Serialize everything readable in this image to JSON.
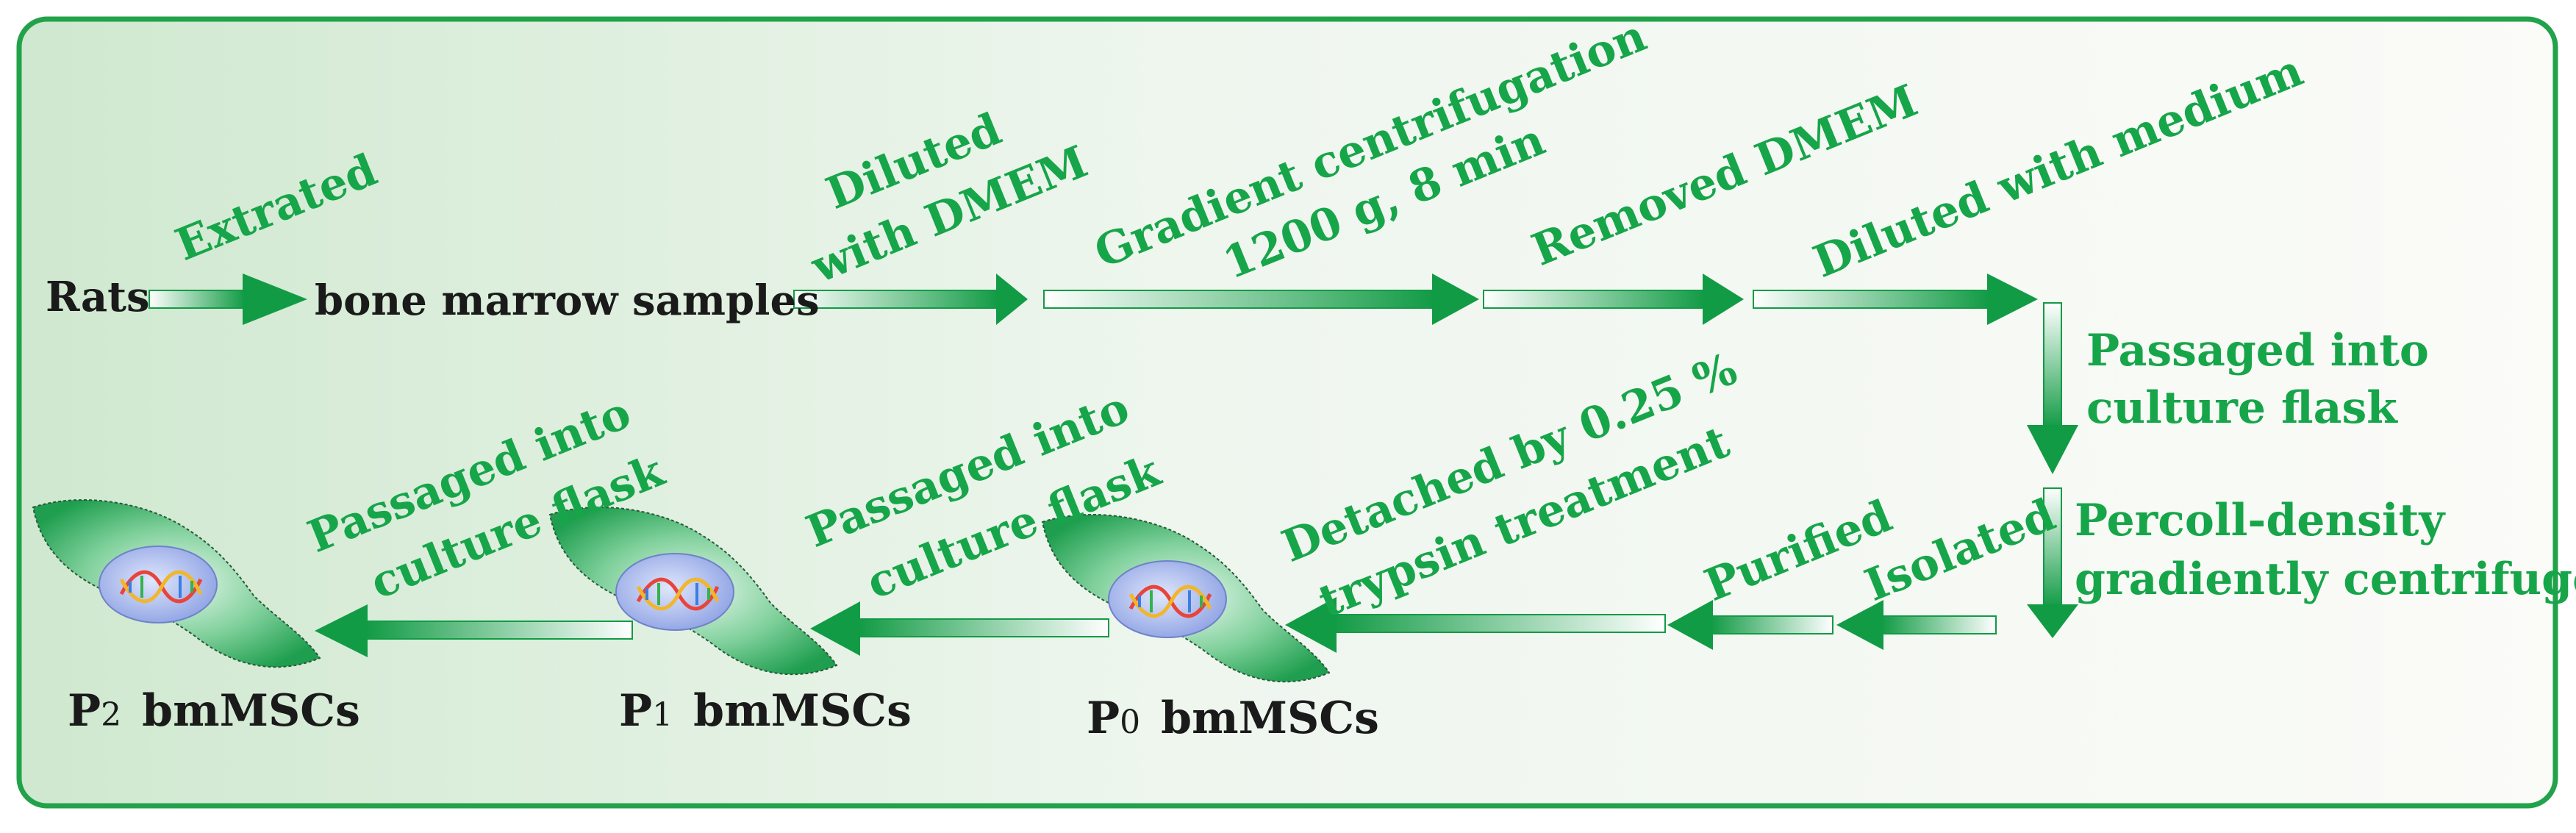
{
  "colors": {
    "accent_green": "#17a54a",
    "arrow_dark": "#129b45",
    "frame_green": "#22a24a",
    "text_dark": "#1a1a1a",
    "cell_fill": "#4fc07a",
    "nucleus_fill": "#a9b9ee"
  },
  "diagram": {
    "nodes": {
      "rats": "Rats",
      "bone_marrow": "bone marrow samples",
      "p0_prefix": "P",
      "p0_sub": "0",
      "p0_suffix": "bmMSCs",
      "p1_prefix": "P",
      "p1_sub": "1",
      "p1_suffix": "bmMSCs",
      "p2_prefix": "P",
      "p2_sub": "2",
      "p2_suffix": "bmMSCs"
    },
    "steps": {
      "extrated": "Extrated",
      "diluted_line1": "Diluted",
      "diluted_line2": "with DMEM",
      "gradient_line1": "Gradient centrifugation",
      "gradient_line2": "1200 g, 8 min",
      "removed": "Removed DMEM",
      "diluted_medium": "Diluted with  medium",
      "passaged_flask_line1": "Passaged into",
      "passaged_flask_line2": "culture flask",
      "percoll_line1": "Percoll-density",
      "percoll_line2": "gradiently centrifuged",
      "isolated": "Isolated",
      "purified": "Purified",
      "detached_line1": "Detached by 0.25 %",
      "detached_line2": "trypsin treatment",
      "passaged_p1_line1": "Passaged into",
      "passaged_p1_line2": "culture flask",
      "passaged_p2_line1": "Passaged into",
      "passaged_p2_line2": "culture flask"
    },
    "icons": {
      "cell": "msc-cell-icon",
      "dna": "dna-helix-icon",
      "arrow_right": "arrow-right-icon",
      "arrow_left": "arrow-left-icon",
      "arrow_down": "arrow-down-icon"
    }
  }
}
